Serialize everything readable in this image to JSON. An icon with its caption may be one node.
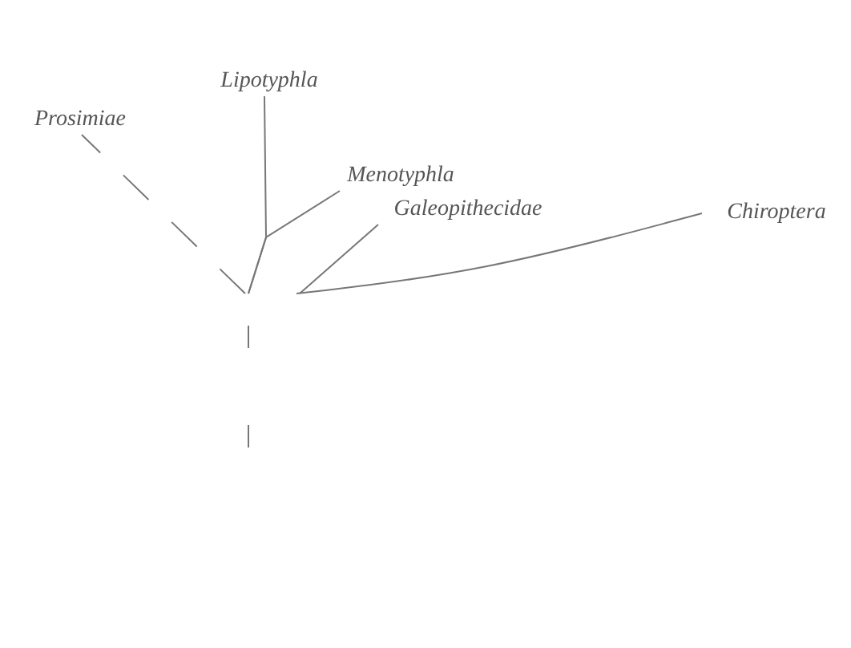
{
  "diagram": {
    "nodes": [
      {
        "text": [
          "Lipotyphla"
        ]
      },
      {
        "text": [
          "Prosimiae"
        ]
      },
      {
        "text": [
          "Menotyphla"
        ]
      },
      {
        "text": [
          "Galeopithecidae"
        ]
      },
      {
        "text": [
          "Chiroptera"
        ]
      }
    ],
    "edges": [
      {
        "from": null,
        "to": 0,
        "arrow": "none"
      },
      {
        "from": null,
        "to": 1,
        "arrow": "none",
        "style": "dashed"
      },
      {
        "from": null,
        "to": 2,
        "arrow": "none"
      },
      {
        "from": null,
        "to": 3,
        "arrow": "none"
      },
      {
        "from": null,
        "to": 4,
        "arrow": "none"
      }
    ]
  }
}
